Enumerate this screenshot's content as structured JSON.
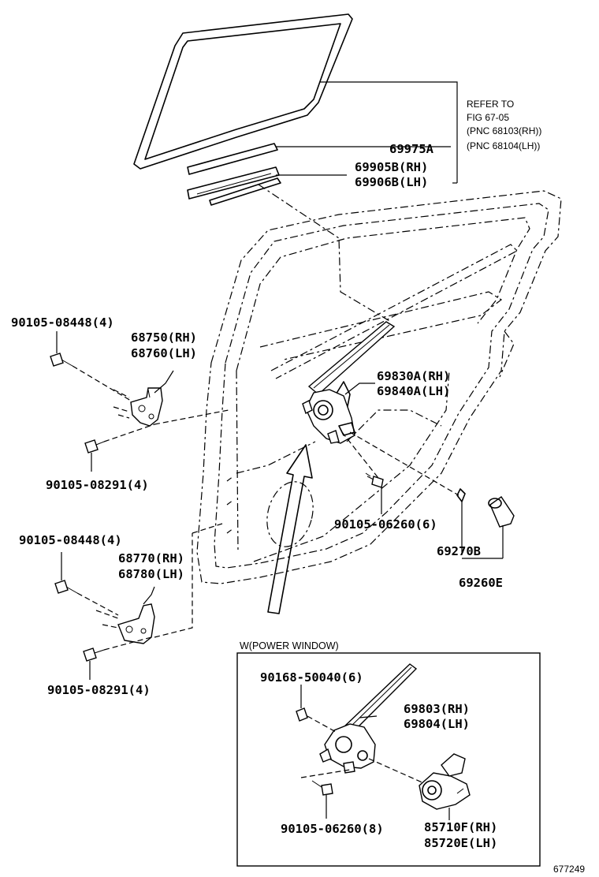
{
  "labels": {
    "refer_to": "REFER TO",
    "fig": "FIG 67-05",
    "pnc_rh": "(PNC 68103(RH))",
    "pnc_lh": "(PNC 68104(LH))",
    "p69975a": "69975A",
    "p69905b": "69905B(RH)",
    "p69906b": "69906B(LH)",
    "b90105_08448_top": "90105-08448(4)",
    "p68750": "68750(RH)",
    "p68760": "68760(LH)",
    "p69830a": "69830A(RH)",
    "p69840a": "69840A(LH)",
    "b90105_08291_top": "90105-08291(4)",
    "b90105_06260_6": "90105-06260(6)",
    "p69270b": "69270B",
    "p69260e": "69260E",
    "b90105_08448_bot": "90105-08448(4)",
    "p68770": "68770(RH)",
    "p68780": "68780(LH)",
    "b90105_08291_bot": "90105-08291(4)",
    "inset_title": "W(POWER WINDOW)",
    "b90168_50040": "90168-50040(6)",
    "p69803": "69803(RH)",
    "p69804": "69804(LH)",
    "b90105_06260_8": "90105-06260(8)",
    "p85710f": "85710F(RH)",
    "p85720e": "85720E(LH)",
    "fig_number": "677249"
  },
  "icons": [
    "door-glass",
    "glass-run-channel",
    "door-frame",
    "window-regulator",
    "door-hinge",
    "bolt",
    "regulator-handle",
    "power-window-motor"
  ]
}
